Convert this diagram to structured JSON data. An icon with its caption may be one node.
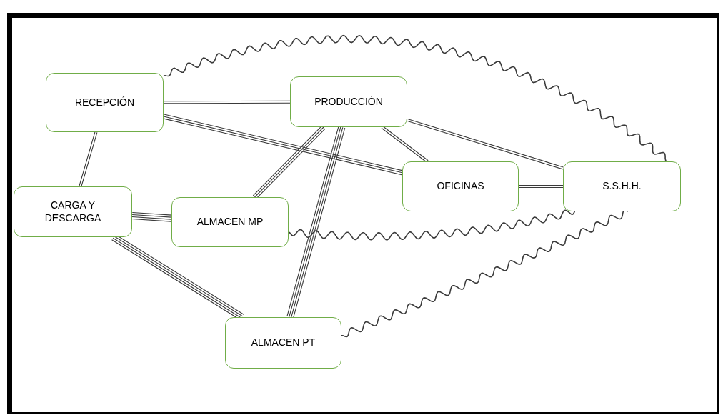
{
  "diagram": {
    "nodes": [
      {
        "text": [
          "RECEPCIÓN"
        ]
      },
      {
        "text": [
          "PRODUCCIÓN"
        ]
      },
      {
        "text": [
          "OFICINAS"
        ]
      },
      {
        "text": [
          "S.S.H.H."
        ]
      },
      {
        "text": [
          "CARGA Y DESCARGA"
        ]
      },
      {
        "text": [
          "ALMACEN MP"
        ]
      },
      {
        "text": [
          "ALMACEN PT"
        ]
      }
    ],
    "edges": [
      {
        "from": 0,
        "to": 1,
        "arrow": "none"
      },
      {
        "from": 0,
        "to": 2,
        "arrow": "none"
      },
      {
        "from": 0,
        "to": 4,
        "arrow": "none"
      },
      {
        "from": 0,
        "to": 3,
        "arrow": "none"
      },
      {
        "from": 1,
        "to": 3,
        "arrow": "none"
      },
      {
        "from": 1,
        "to": 2,
        "arrow": "none"
      },
      {
        "from": 1,
        "to": 5,
        "arrow": "none"
      },
      {
        "from": 1,
        "to": 6,
        "arrow": "none"
      },
      {
        "from": 2,
        "to": 3,
        "arrow": "none"
      },
      {
        "from": 4,
        "to": 5,
        "arrow": "none"
      },
      {
        "from": 4,
        "to": 6,
        "arrow": "none"
      },
      {
        "from": 5,
        "to": 3,
        "arrow": "none"
      },
      {
        "from": 6,
        "to": 3,
        "arrow": "none"
      }
    ]
  }
}
